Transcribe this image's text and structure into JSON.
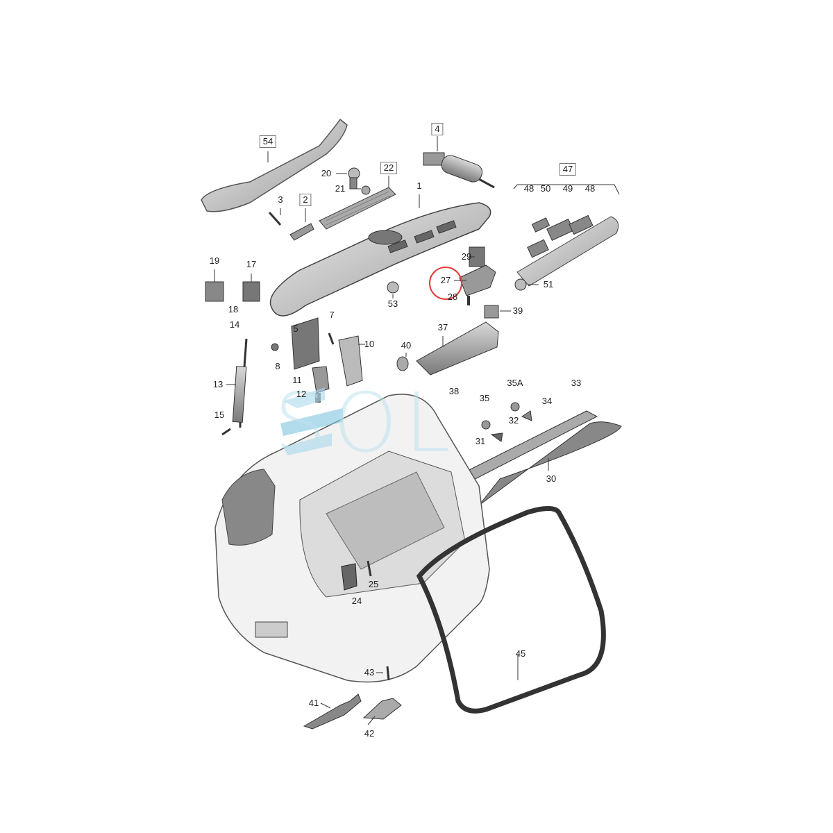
{
  "watermark": {
    "text": "SOL"
  },
  "callouts": [
    {
      "id": "c54",
      "text": "54"
    },
    {
      "id": "c4",
      "text": "4"
    },
    {
      "id": "c22",
      "text": "22"
    },
    {
      "id": "c20",
      "text": "20"
    },
    {
      "id": "c21",
      "text": "21"
    },
    {
      "id": "c1",
      "text": "1"
    },
    {
      "id": "c3",
      "text": "3"
    },
    {
      "id": "c2",
      "text": "2"
    },
    {
      "id": "c47",
      "text": "47"
    },
    {
      "id": "c48a",
      "text": "48"
    },
    {
      "id": "c50",
      "text": "50"
    },
    {
      "id": "c49",
      "text": "49"
    },
    {
      "id": "c48b",
      "text": "48"
    },
    {
      "id": "c19",
      "text": "19"
    },
    {
      "id": "c17",
      "text": "17"
    },
    {
      "id": "c18",
      "text": "18"
    },
    {
      "id": "c29",
      "text": "29"
    },
    {
      "id": "c27",
      "text": "27"
    },
    {
      "id": "c28",
      "text": "28"
    },
    {
      "id": "c53",
      "text": "53"
    },
    {
      "id": "c51",
      "text": "51"
    },
    {
      "id": "c14",
      "text": "14"
    },
    {
      "id": "c7",
      "text": "7"
    },
    {
      "id": "c5",
      "text": "5"
    },
    {
      "id": "c39",
      "text": "39"
    },
    {
      "id": "c37",
      "text": "37"
    },
    {
      "id": "c10",
      "text": "10"
    },
    {
      "id": "c40",
      "text": "40"
    },
    {
      "id": "c8",
      "text": "8"
    },
    {
      "id": "c13",
      "text": "13"
    },
    {
      "id": "c11",
      "text": "11"
    },
    {
      "id": "c35A",
      "text": "35A"
    },
    {
      "id": "c33",
      "text": "33"
    },
    {
      "id": "c12",
      "text": "12"
    },
    {
      "id": "c38",
      "text": "38"
    },
    {
      "id": "c35",
      "text": "35"
    },
    {
      "id": "c34",
      "text": "34"
    },
    {
      "id": "c32",
      "text": "32"
    },
    {
      "id": "c15",
      "text": "15"
    },
    {
      "id": "c31",
      "text": "31"
    },
    {
      "id": "c30",
      "text": "30"
    },
    {
      "id": "c25",
      "text": "25"
    },
    {
      "id": "c24",
      "text": "24"
    },
    {
      "id": "c45",
      "text": "45"
    },
    {
      "id": "c43",
      "text": "43"
    },
    {
      "id": "c41",
      "text": "41"
    },
    {
      "id": "c42",
      "text": "42"
    }
  ]
}
